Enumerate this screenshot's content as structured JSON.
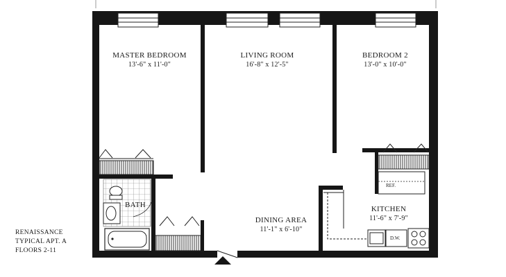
{
  "rooms": {
    "master_bedroom": {
      "name": "MASTER BEDROOM",
      "dims": "13'-6\" x 11'-0\""
    },
    "living_room": {
      "name": "LIVING ROOM",
      "dims": "16'-8\" x 12'-5\""
    },
    "bedroom_2": {
      "name": "BEDROOM 2",
      "dims": "13'-0\" x 10'-0\""
    },
    "bath": {
      "name": "BATH"
    },
    "dining_area": {
      "name": "DINING AREA",
      "dims": "11'-1\" x 6'-10\""
    },
    "kitchen": {
      "name": "KITCHEN",
      "dims": "11'-6\" x 7'-9\""
    }
  },
  "appliances": {
    "refrigerator": "REF.",
    "dishwasher": "D.W."
  },
  "building_note": {
    "line1": "RENAISSANCE",
    "line2": "TYPICAL APT. A",
    "line3": "FLOORS 2-11"
  },
  "colors": {
    "wall": "#161616",
    "line": "#2a2a2a",
    "background": "#ffffff"
  }
}
